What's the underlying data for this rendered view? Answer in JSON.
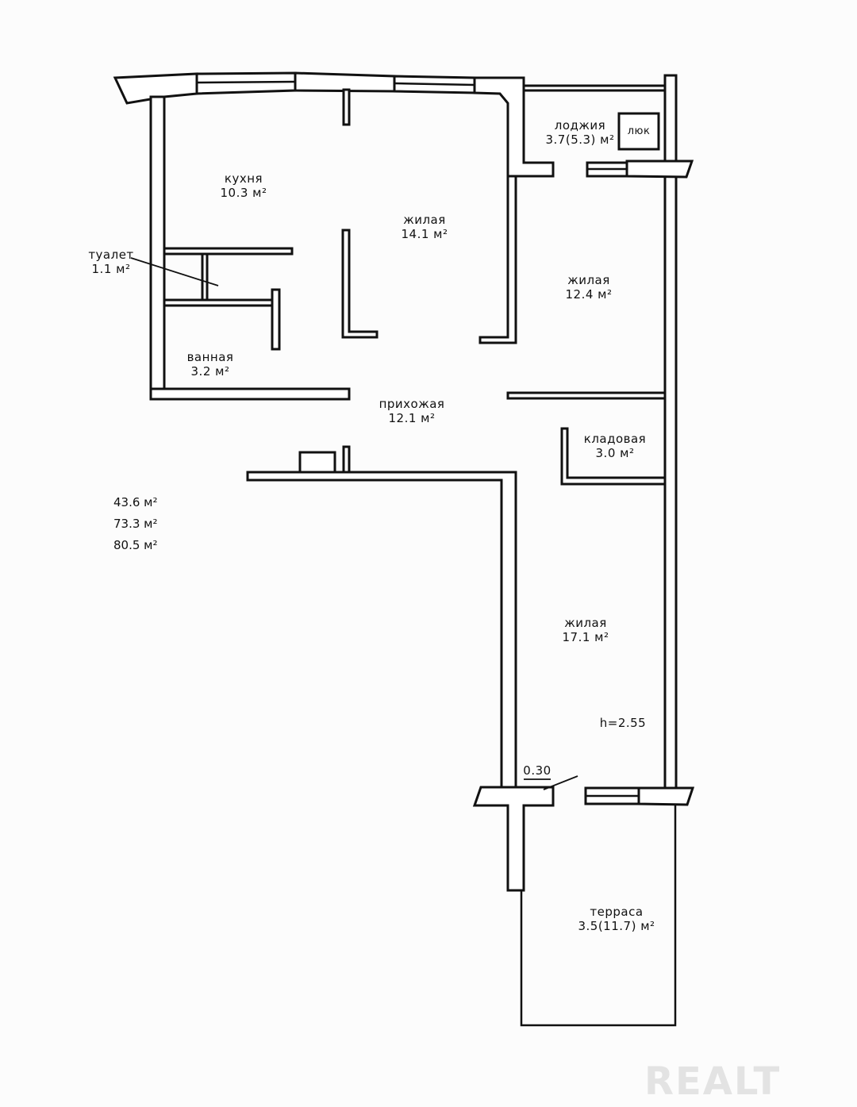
{
  "rooms": {
    "kitchen": {
      "name": "кухня",
      "area": "10.3 м²"
    },
    "living1": {
      "name": "жилая",
      "area": "14.1 м²"
    },
    "loggia": {
      "name": "лоджия",
      "area": "3.7(5.3) м²",
      "hatch": "люк"
    },
    "toilet": {
      "name": "туалет",
      "area": "1.1 м²"
    },
    "living2": {
      "name": "жилая",
      "area": "12.4 м²"
    },
    "bathroom": {
      "name": "ванная",
      "area": "3.2 м²"
    },
    "hallway": {
      "name": "прихожая",
      "area": "12.1 м²"
    },
    "pantry": {
      "name": "кладовая",
      "area": "3.0 м²"
    },
    "living3": {
      "name": "жилая",
      "area": "17.1 м²"
    },
    "terrace": {
      "name": "терраса",
      "area": "3.5(11.7) м²"
    }
  },
  "ceiling_height": "h=2.55",
  "dimension": "0.30",
  "totals": [
    "43.6 м²",
    "73.3 м²",
    "80.5 м²"
  ],
  "watermark": "REALT"
}
